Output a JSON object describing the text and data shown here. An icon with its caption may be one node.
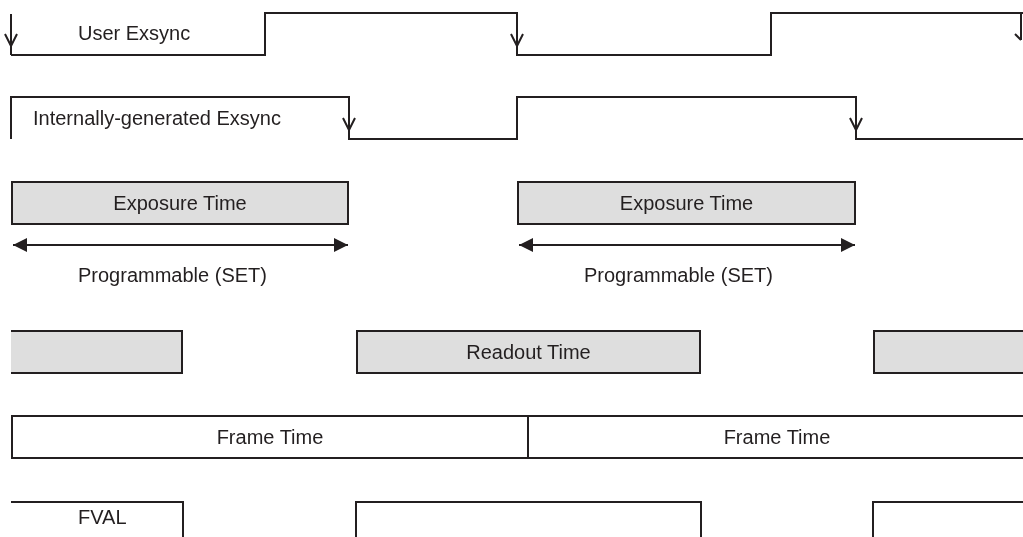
{
  "diagram": {
    "nodes": [
      {
        "text": [
          "Exposure Time"
        ]
      },
      {
        "text": [
          "Exposure Time"
        ]
      },
      {
        "text": [],
        "shape": "box"
      },
      {
        "text": [
          "Readout Time"
        ]
      },
      {
        "text": [],
        "shape": "box"
      },
      {
        "text": [
          "Frame Time"
        ]
      },
      {
        "text": [
          "Frame Time"
        ]
      }
    ],
    "labels": [
      "User Exsync",
      "Internally-generated Exsync",
      "Programmable (SET)",
      "Programmable (SET)",
      "FVAL"
    ]
  }
}
